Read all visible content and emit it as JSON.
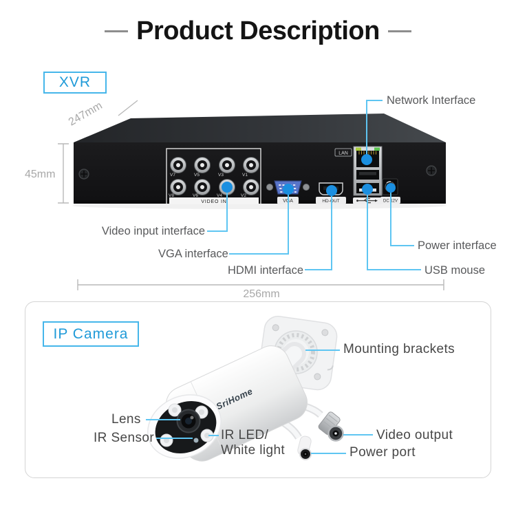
{
  "header": {
    "title": "Product Description"
  },
  "xvr": {
    "badge": "XVR",
    "dimensions": {
      "depth": "247mm",
      "height": "45mm",
      "width": "256mm"
    },
    "panel": {
      "video_in_label": "VIDEO IN",
      "bnc_top": [
        "V7",
        "V5",
        "V3",
        "V1"
      ],
      "bnc_bottom": [
        "V8",
        "V6",
        "V4",
        "V2"
      ],
      "vga_label": "VGA",
      "hdmi_label": "HD-OUT",
      "lan_label": "LAN",
      "dc_label": "DC 12V"
    },
    "callouts": {
      "network": "Network Interface",
      "video_input": "Video input interface",
      "vga": "VGA interface",
      "hdmi": "HDMI interface",
      "usb": "USB mouse",
      "power": "Power interface"
    }
  },
  "camera": {
    "badge": "IP Camera",
    "brand": "SriHome",
    "callouts": {
      "mounting": "Mounting brackets",
      "lens": "Lens",
      "ir_sensor": "IR Sensor",
      "ir_led_line1": "IR LED/",
      "ir_led_line2": "White light",
      "video_output": "Video output",
      "power_port": "Power port"
    }
  },
  "colors": {
    "accent_blue": "#1f9ad8",
    "badge_border": "#45b6ea",
    "callout_line": "#5ec5f2",
    "callout_dot": "#1b8fe0",
    "label_gray": "#58595b",
    "dim_gray": "#a8a8a8",
    "device_black": "#151517"
  }
}
